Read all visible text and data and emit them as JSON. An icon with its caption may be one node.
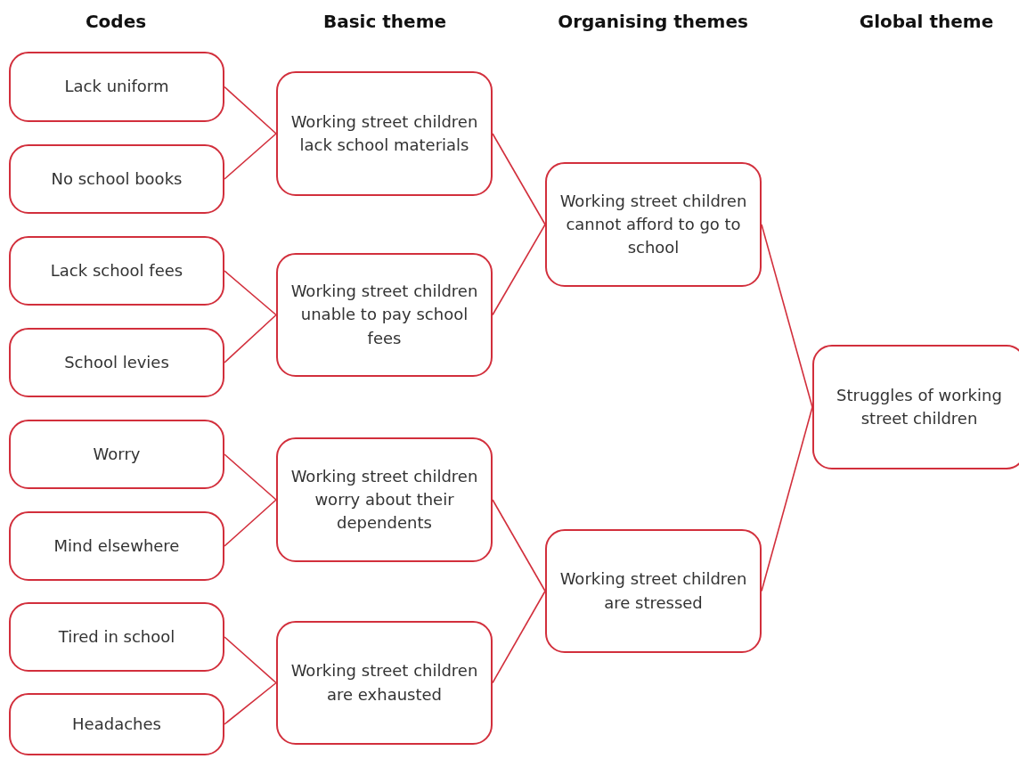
{
  "diagram": {
    "nodes": [
      {
        "text": [
          "Lack uniform"
        ]
      },
      {
        "text": [
          "No school books"
        ]
      },
      {
        "text": [
          "Lack school fees"
        ]
      },
      {
        "text": [
          "School levies"
        ]
      },
      {
        "text": [
          "Worry"
        ]
      },
      {
        "text": [
          "Mind elsewhere"
        ]
      },
      {
        "text": [
          "Tired in school"
        ]
      },
      {
        "text": [
          "Headaches"
        ]
      },
      {
        "text": [
          "Working street children lack school materials"
        ]
      },
      {
        "text": [
          "Working street children unable to pay school fees"
        ]
      },
      {
        "text": [
          "Working street children worry about their dependents"
        ]
      },
      {
        "text": [
          "Working street children are exhausted"
        ]
      },
      {
        "text": [
          "Working street children cannot afford to go to school"
        ]
      },
      {
        "text": [
          "Working street children are stressed"
        ]
      },
      {
        "text": [
          "Struggles of working street children"
        ]
      }
    ],
    "edges": [
      {
        "from": 0,
        "to": 8,
        "arrow": "none"
      },
      {
        "from": 1,
        "to": 8,
        "arrow": "none"
      },
      {
        "from": 2,
        "to": 9,
        "arrow": "none"
      },
      {
        "from": 3,
        "to": 9,
        "arrow": "none"
      },
      {
        "from": 4,
        "to": 10,
        "arrow": "none"
      },
      {
        "from": 5,
        "to": 10,
        "arrow": "none"
      },
      {
        "from": 6,
        "to": 11,
        "arrow": "none"
      },
      {
        "from": 7,
        "to": 11,
        "arrow": "none"
      },
      {
        "from": 8,
        "to": 12,
        "arrow": "none"
      },
      {
        "from": 9,
        "to": 12,
        "arrow": "none"
      },
      {
        "from": 10,
        "to": 13,
        "arrow": "none"
      },
      {
        "from": 11,
        "to": 13,
        "arrow": "none"
      },
      {
        "from": 12,
        "to": 14,
        "arrow": "none"
      },
      {
        "from": 13,
        "to": 14,
        "arrow": "none"
      }
    ],
    "labels": [
      "Codes",
      "Basic theme",
      "Organising themes",
      "Global theme"
    ]
  }
}
